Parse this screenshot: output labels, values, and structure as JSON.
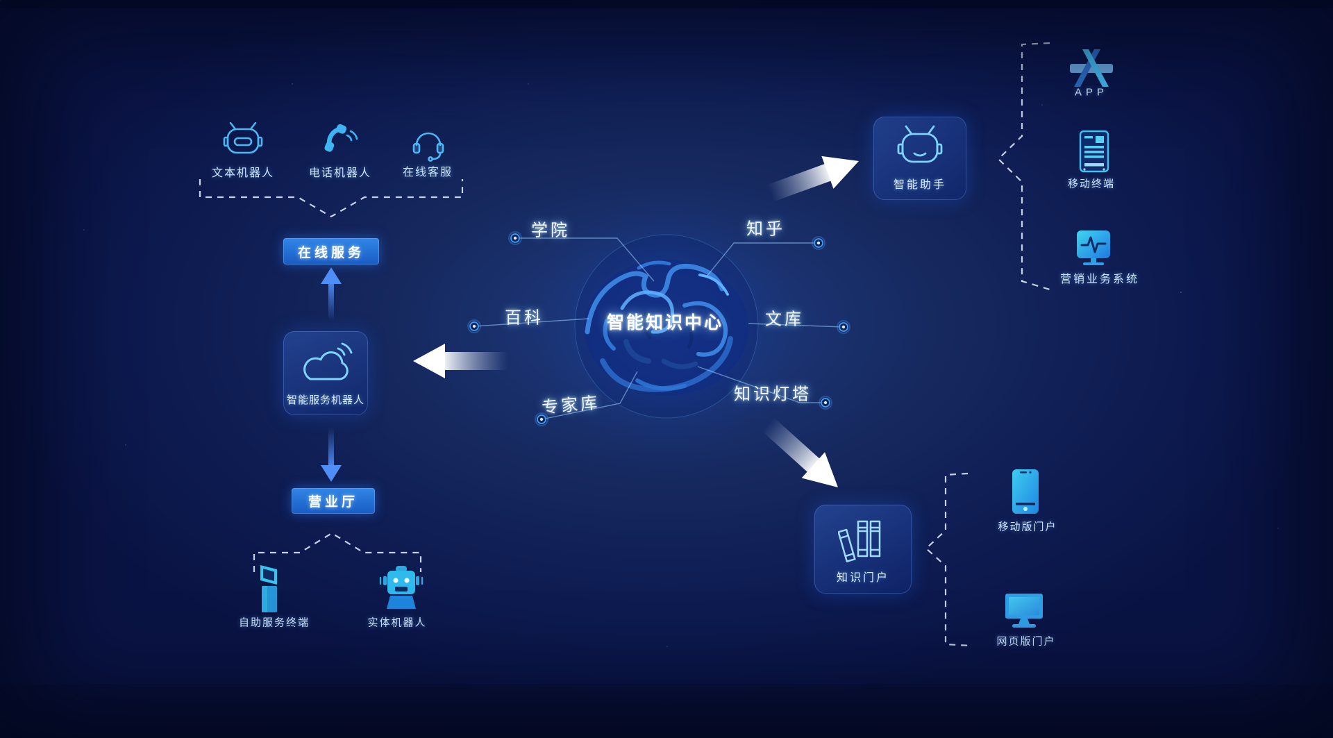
{
  "diagram": {
    "center": {
      "title": "智能知识中心",
      "satellites": [
        {
          "label": "学院"
        },
        {
          "label": "知乎"
        },
        {
          "label": "百科"
        },
        {
          "label": "文库"
        },
        {
          "label": "专家库"
        },
        {
          "label": "知识灯塔"
        }
      ]
    },
    "service_branch": {
      "channels": [
        {
          "label": "文本机器人",
          "icon": "text-robot-icon"
        },
        {
          "label": "电话机器人",
          "icon": "phone-icon"
        },
        {
          "label": "在线客服",
          "icon": "headset-icon"
        }
      ],
      "online_service_button": "在线服务",
      "robot_card": {
        "label": "智能服务机器人",
        "icon": "cloud-signal-icon"
      },
      "business_hall_button": "营业厅",
      "terminals": [
        {
          "label": "自助服务终端",
          "icon": "kiosk-icon"
        },
        {
          "label": "实体机器人",
          "icon": "entity-robot-icon"
        }
      ]
    },
    "assistant_branch": {
      "card": {
        "label": "智能助手",
        "icon": "robot-head-icon"
      },
      "targets": [
        {
          "label": "APP",
          "icon": "app-store-icon"
        },
        {
          "label": "移动终端",
          "icon": "tablet-icon"
        },
        {
          "label": "营销业务系统",
          "icon": "monitor-pulse-icon"
        }
      ]
    },
    "portal_branch": {
      "card": {
        "label": "知识门户",
        "icon": "books-icon"
      },
      "targets": [
        {
          "label": "移动版门户",
          "icon": "smartphone-icon"
        },
        {
          "label": "网页版门户",
          "icon": "desktop-icon"
        }
      ]
    }
  },
  "colors": {
    "background": "#0e1c52",
    "accent_blue": "#2a7de0",
    "icon_cyan": "#45c8f5",
    "line_white": "#e8f1ff",
    "label_text": "#cfe3fb"
  }
}
